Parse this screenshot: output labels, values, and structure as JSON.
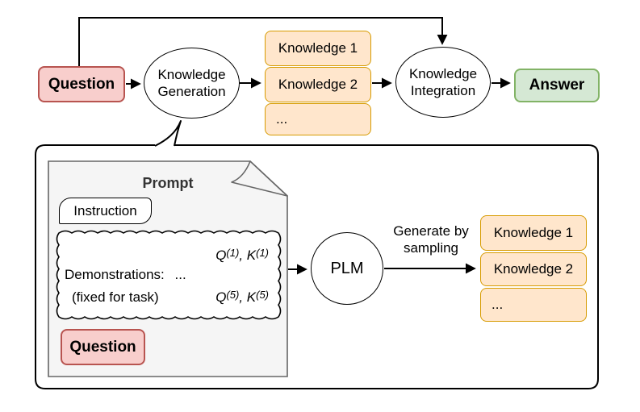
{
  "top_flow": {
    "question_label": "Question",
    "knowledge_generation": {
      "line1": "Knowledge",
      "line2": "Generation"
    },
    "knowledge_stack": [
      "Knowledge 1",
      "Knowledge 2",
      "..."
    ],
    "knowledge_integration": {
      "line1": "Knowledge",
      "line2": "Integration"
    },
    "answer_label": "Answer"
  },
  "detail": {
    "prompt_title": "Prompt",
    "instruction_label": "Instruction",
    "demonstrations": {
      "label": "Demonstrations:",
      "ellipsis": "...",
      "fixed_note": "(fixed for task)",
      "math_top": {
        "q": "Q",
        "q_sup": "(1)",
        "sep": ", ",
        "k": "K",
        "k_sup": "(1)"
      },
      "math_bottom": {
        "q": "Q",
        "q_sup": "(5)",
        "sep": ", ",
        "k": "K",
        "k_sup": "(5)"
      }
    },
    "question_label": "Question",
    "plm_label": "PLM",
    "arrow_label": {
      "line1": "Generate by",
      "line2": "sampling"
    },
    "knowledge_stack": [
      "Knowledge 1",
      "Knowledge 2",
      "..."
    ]
  },
  "colors": {
    "question_fill": "#f8cecc",
    "question_border": "#b85450",
    "knowledge_fill": "#ffe6cc",
    "knowledge_border": "#d79b00",
    "answer_fill": "#d5e8d4",
    "answer_border": "#82b366",
    "document_fill": "#f5f5f5",
    "document_border": "#666666",
    "line": "#000000"
  }
}
